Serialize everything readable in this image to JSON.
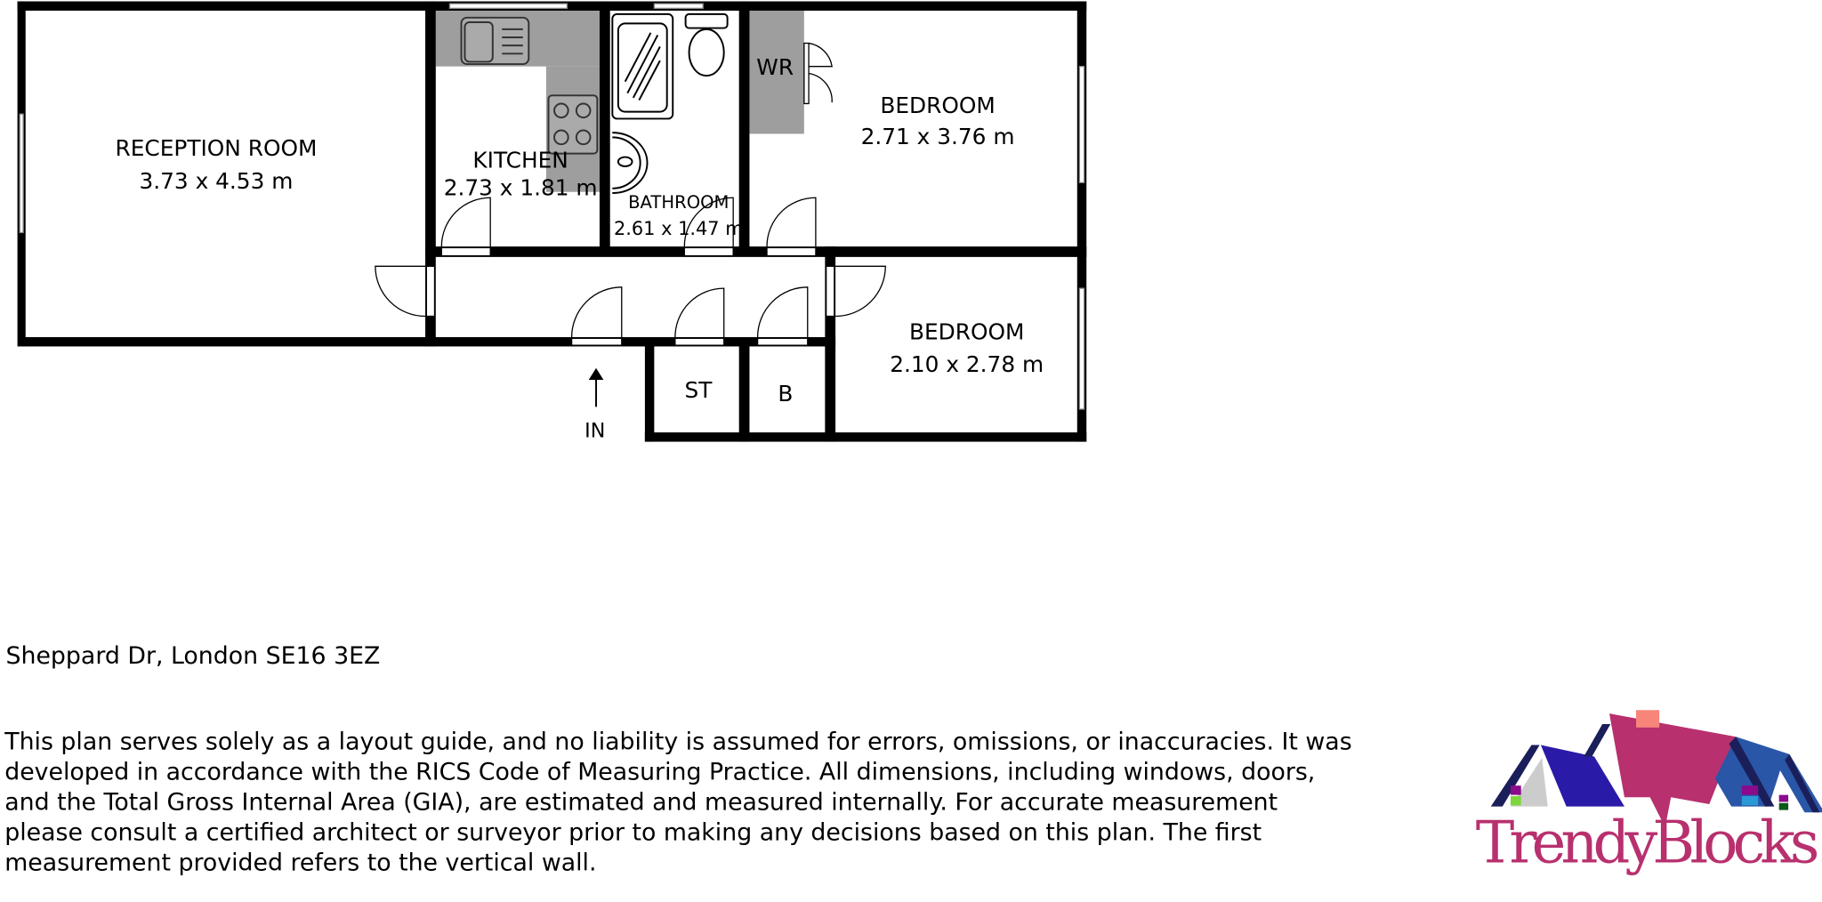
{
  "rooms": {
    "reception": {
      "name": "RECEPTION ROOM",
      "dims": "3.73 x 4.53 m"
    },
    "kitchen": {
      "name": "KITCHEN",
      "dims": "2.73 x 1.81 m"
    },
    "bathroom": {
      "name": "BATHROOM",
      "dims": "2.61 x 1.47 m"
    },
    "bedroom1": {
      "name": "BEDROOM",
      "dims": "2.71 x 3.76 m"
    },
    "bedroom2": {
      "name": "BEDROOM",
      "dims": "2.10 x 2.78 m"
    },
    "wardrobe": {
      "name": "WR"
    },
    "storage": {
      "name": "ST"
    },
    "boiler": {
      "name": "B"
    }
  },
  "entrance": {
    "label": "IN"
  },
  "address": "Sheppard Dr, London SE16 3EZ",
  "disclaimer": [
    "This plan serves solely as a layout guide, and no liability is assumed for errors, omissions, or inaccuracies. It was",
    "developed in accordance with the RICS Code of Measuring Practice. All dimensions, including windows, doors,",
    "and the Total Gross Internal Area (GIA), are estimated and measured internally. For accurate measurement",
    "please consult a certified architect or surveyor prior to making any decisions based on this plan. The first",
    "measurement provided refers to the vertical wall."
  ],
  "logo": {
    "text": "TrendyBlocks"
  },
  "colors": {
    "wall": "#000000",
    "fixture": "#9e9e9e",
    "logo_pink": "#b8306e",
    "logo_blue": "#2a1aa8",
    "logo_navy": "#1a1f5a"
  }
}
